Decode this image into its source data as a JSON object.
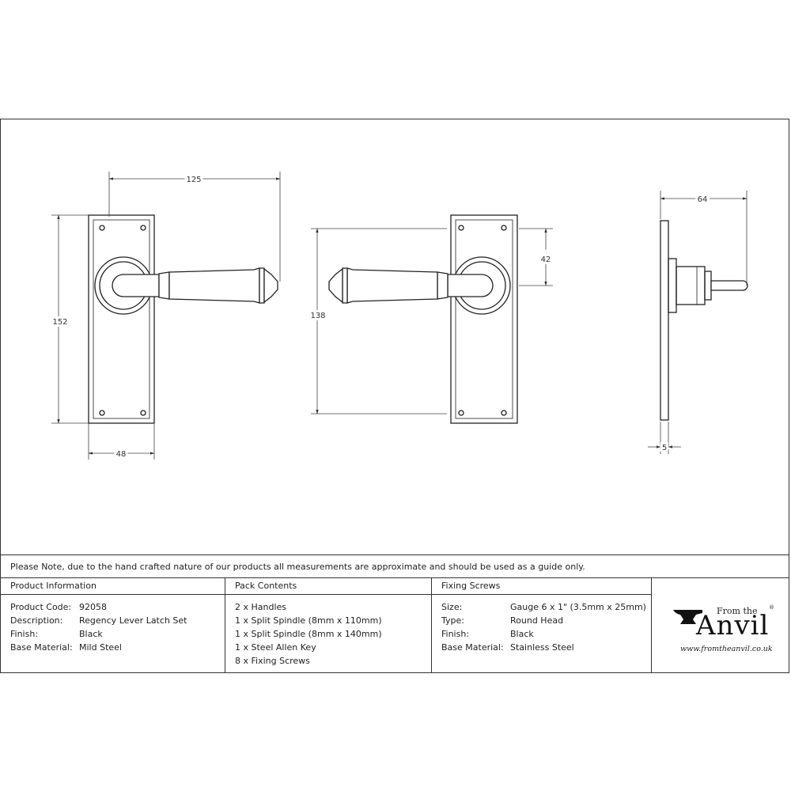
{
  "dimensions": {
    "front_width": "125",
    "front_height": "152",
    "plate_width": "48",
    "rear_height": "138",
    "rear_rose_offset": "42",
    "side_projection": "64",
    "side_plate_thickness": "5"
  },
  "note": "Please Note, due to the hand crafted nature of our products all measurements are approximate and should be used as a guide only.",
  "product_info": {
    "header": "Product Information",
    "rows": [
      {
        "label": "Product Code:",
        "value": "92058"
      },
      {
        "label": "Description:",
        "value": "Regency Lever Latch Set"
      },
      {
        "label": "Finish:",
        "value": "Black"
      },
      {
        "label": "Base Material:",
        "value": "Mild Steel"
      }
    ]
  },
  "pack_contents": {
    "header": "Pack Contents",
    "items": [
      "2 x Handles",
      "1 x Split Spindle (8mm x 110mm)",
      "1 x Split Spindle (8mm x 140mm)",
      "1 x Steel Allen Key",
      "8 x Fixing Screws"
    ]
  },
  "fixing_screws": {
    "header": "Fixing Screws",
    "rows": [
      {
        "label": "Size:",
        "value": "Gauge 6 x 1\" (3.5mm x 25mm)"
      },
      {
        "label": "Type:",
        "value": "Round Head"
      },
      {
        "label": "Finish:",
        "value": "Black"
      },
      {
        "label": "Base Material:",
        "value": "Stainless Steel"
      }
    ]
  },
  "logo": {
    "from_the": "From the",
    "word": "Anvil",
    "registered": "®",
    "url": "www.fromtheanvil.co.uk"
  }
}
